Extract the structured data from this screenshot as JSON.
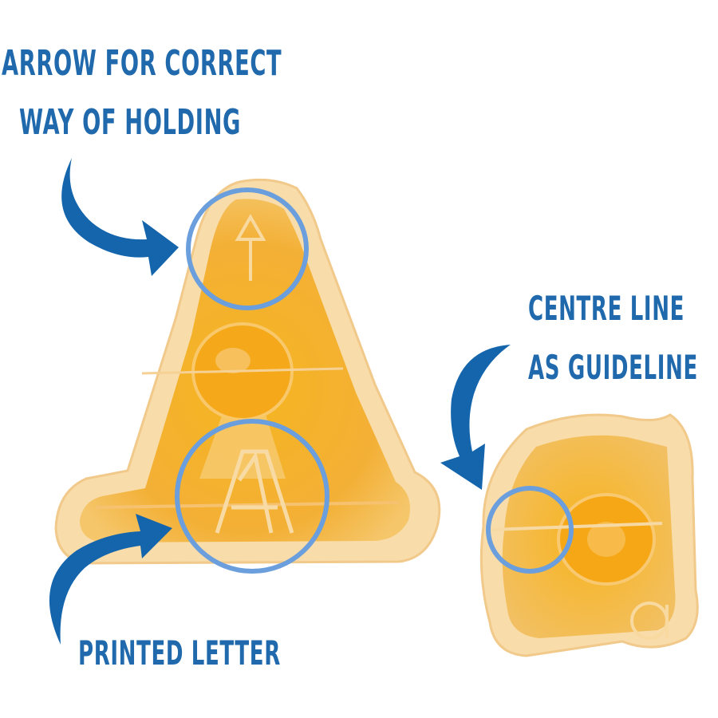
{
  "labels": {
    "arrow_line1": "Arrow for correct",
    "arrow_line2": "way of holding",
    "centre_line1": "centre line",
    "centre_line2": "as guideline",
    "printed": "printed letter"
  },
  "colors": {
    "text_blue": "#1f69ac",
    "arrow_blue": "#1565ad",
    "circle_blue": "#6b9edc",
    "cutter_outer": "#f7d9a4",
    "cutter_inner": "#f5b11c"
  },
  "subjects": {
    "left_cutter": "letter-a-uppercase-cutter",
    "right_cutter": "letter-a-lowercase-cutter"
  }
}
